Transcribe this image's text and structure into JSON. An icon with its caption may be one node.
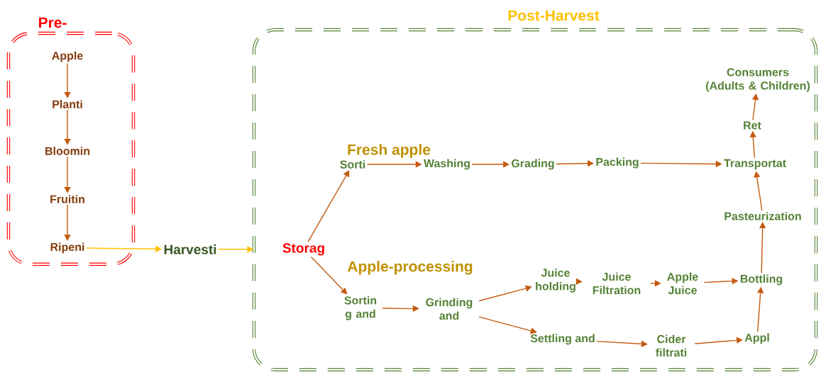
{
  "diagram": {
    "nodes": [
      {
        "text": [
          "Pre-"
        ]
      },
      {
        "text": [
          "Apple"
        ],
        "in": 0
      },
      {
        "text": [
          "Planti"
        ],
        "in": 0
      },
      {
        "text": [
          "Bloomin"
        ],
        "in": 0
      },
      {
        "text": [
          "Fruitin"
        ],
        "in": 0
      },
      {
        "text": [
          "Ripeni"
        ],
        "in": 0
      },
      {
        "text": [
          "Harvesti"
        ]
      },
      {
        "text": [
          "Post-Harvest"
        ]
      },
      {
        "text": [
          "Storag"
        ],
        "in": 7
      },
      {
        "text": [
          "Sorti"
        ],
        "in": 7
      },
      {
        "text": [
          "Washing"
        ],
        "in": 7
      },
      {
        "text": [
          "Grading"
        ],
        "in": 7
      },
      {
        "text": [
          "Packing"
        ],
        "in": 7
      },
      {
        "text": [
          "Transportat"
        ],
        "in": 7
      },
      {
        "text": [
          "Ret"
        ],
        "in": 7
      },
      {
        "text": [
          "Consumers (Adults & Children)"
        ],
        "in": 7
      },
      {
        "text": [
          "Pasteurization"
        ],
        "in": 7
      },
      {
        "text": [
          "Sortin g and"
        ],
        "in": 7
      },
      {
        "text": [
          "Grinding and"
        ],
        "in": 7
      },
      {
        "text": [
          "Juice holding"
        ],
        "in": 7
      },
      {
        "text": [
          "Juice Filtration"
        ],
        "in": 7
      },
      {
        "text": [
          "Apple Juice"
        ],
        "in": 7
      },
      {
        "text": [
          "Bottling"
        ],
        "in": 7
      },
      {
        "text": [
          "Settling and"
        ],
        "in": 7
      },
      {
        "text": [
          "Cider filtrati"
        ],
        "in": 7
      },
      {
        "text": [
          "Appl"
        ],
        "in": 7
      }
    ],
    "edges": [
      {
        "from": 1,
        "to": 2,
        "arrow": "to"
      },
      {
        "from": 2,
        "to": 3,
        "arrow": "to"
      },
      {
        "from": 3,
        "to": 4,
        "arrow": "to"
      },
      {
        "from": 4,
        "to": 5,
        "arrow": "to"
      },
      {
        "from": 5,
        "to": 6,
        "arrow": "to",
        "color": "#ffc000"
      },
      {
        "from": 6,
        "to": 7,
        "arrow": "to",
        "color": "#ffc000"
      },
      {
        "from": 8,
        "to": 9,
        "arrow": "to"
      },
      {
        "from": 9,
        "to": 10,
        "arrow": "to"
      },
      {
        "from": 10,
        "to": 11,
        "arrow": "to"
      },
      {
        "from": 11,
        "to": 12,
        "arrow": "to"
      },
      {
        "from": 12,
        "to": 13,
        "arrow": "to"
      },
      {
        "from": 13,
        "to": 14,
        "arrow": "to"
      },
      {
        "from": 14,
        "to": 15,
        "arrow": "to"
      },
      {
        "from": 16,
        "to": 13,
        "arrow": "to"
      },
      {
        "from": 22,
        "to": 16,
        "arrow": "to"
      },
      {
        "from": 25,
        "to": 22,
        "arrow": "to"
      },
      {
        "from": 8,
        "to": 17,
        "arrow": "to"
      },
      {
        "from": 17,
        "to": 18,
        "arrow": "to"
      },
      {
        "from": 18,
        "to": 19,
        "arrow": "to"
      },
      {
        "from": 18,
        "to": 23,
        "arrow": "to"
      },
      {
        "from": 19,
        "to": 20,
        "arrow": "to"
      },
      {
        "from": 20,
        "to": 21,
        "arrow": "to"
      },
      {
        "from": 21,
        "to": 22,
        "arrow": "to"
      },
      {
        "from": 23,
        "to": 24,
        "arrow": "to"
      },
      {
        "from": 24,
        "to": 25,
        "arrow": "to"
      }
    ],
    "labels": [
      "Fresh apple",
      "Apple-processing"
    ]
  }
}
